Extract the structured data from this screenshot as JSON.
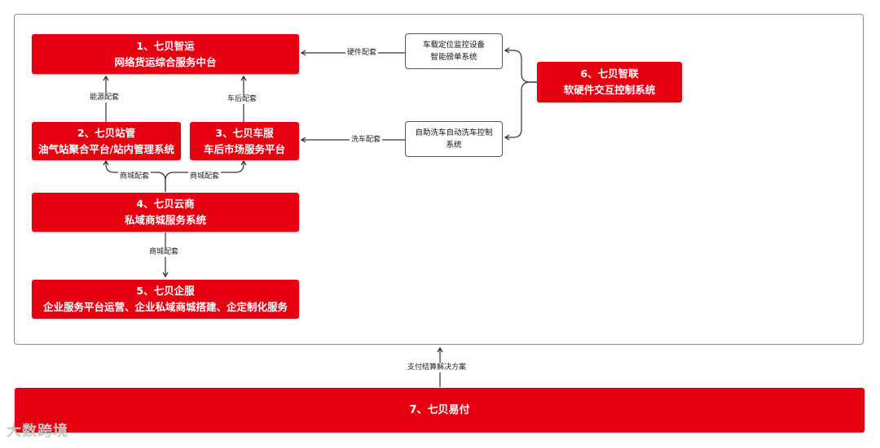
{
  "nodes": {
    "n1": {
      "line1": "1、七贝智运",
      "line2": "网络货运综合服务中台"
    },
    "n2": {
      "line1": "2、七贝站管",
      "line2": "油气站聚合平台/站内管理系统"
    },
    "n3": {
      "line1": "3、七贝车服",
      "line2": "车后市场服务平台"
    },
    "n4": {
      "line1": "4、七贝云商",
      "line2": "私域商城服务系统"
    },
    "n5": {
      "line1": "5、七贝企服",
      "line2": "企业服务平台运营、企业私域商城搭建、企定制化服务"
    },
    "n6": {
      "line1": "6、七贝智联",
      "line2": "软硬件交互控制系统"
    },
    "n7": {
      "line1": "7、七贝易付"
    },
    "hw1": {
      "line1": "车载定位监控设备",
      "line2": "智能磅单系统"
    },
    "hw2": {
      "line1": "自助洗车自动洗车控制",
      "line2": "系统"
    }
  },
  "edges": {
    "hardware": "硬件配套",
    "energy": "能源配套",
    "aftermarket": "车后配套",
    "carwash": "洗车配套",
    "mall_left": "商城配套",
    "mall_right": "商城配套",
    "mall_down": "商城配套",
    "payment": "支付结算解决方案"
  },
  "watermark": "大数跨境",
  "colors": {
    "accent": "#e60012",
    "line": "#333333"
  }
}
